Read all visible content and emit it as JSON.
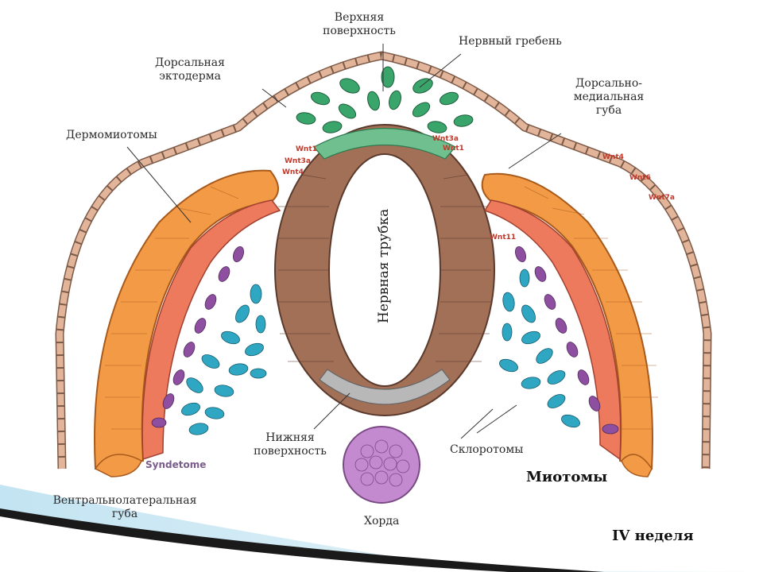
{
  "labels": {
    "top_surface": [
      "Верхняя",
      "поверхность"
    ],
    "neural_crest": "Нервный гребень",
    "dorsal_ectoderm": [
      "Дорсальная",
      "эктодерма"
    ],
    "dermomyotomes": "Дермомиотомы",
    "dorsomedial_lip": [
      "Дорсально-",
      "медиальная",
      "губа"
    ],
    "neural_tube": "Нервная трубка",
    "bottom_surface": [
      "Нижняя",
      "поверхность"
    ],
    "sclerotomes": "Склоротомы",
    "myotomes": "Миотомы",
    "ventrolateral_lip": [
      "Вентральнолатеральная",
      "губа"
    ],
    "notochord": "Хорда",
    "week": "IV неделя",
    "syndetome": "Syndetome"
  },
  "wnt_left": [
    "Wnt1",
    "Wnt3a",
    "Wnt4"
  ],
  "wnt_top": [
    "Wnt3a",
    "Wnt1"
  ],
  "wnt_right": [
    "Wnt4",
    "Wnt6",
    "Wnt7a"
  ],
  "wnt_right_inner": "Wnt11",
  "colors": {
    "ectoderm": "#e2b59a",
    "neural_crest": "#3aa56b",
    "roof_plate": "#6fbf8f",
    "neural_tube": "#a26f57",
    "floor_plate": "#b8b8b8",
    "dermomyotome": "#f29a45",
    "myotome": "#ee7a5e",
    "syndetome": "#8e4fa0",
    "sclerotome": "#2fa7c3",
    "notochord": "#c48ad0",
    "wnt": "#c0392b"
  }
}
